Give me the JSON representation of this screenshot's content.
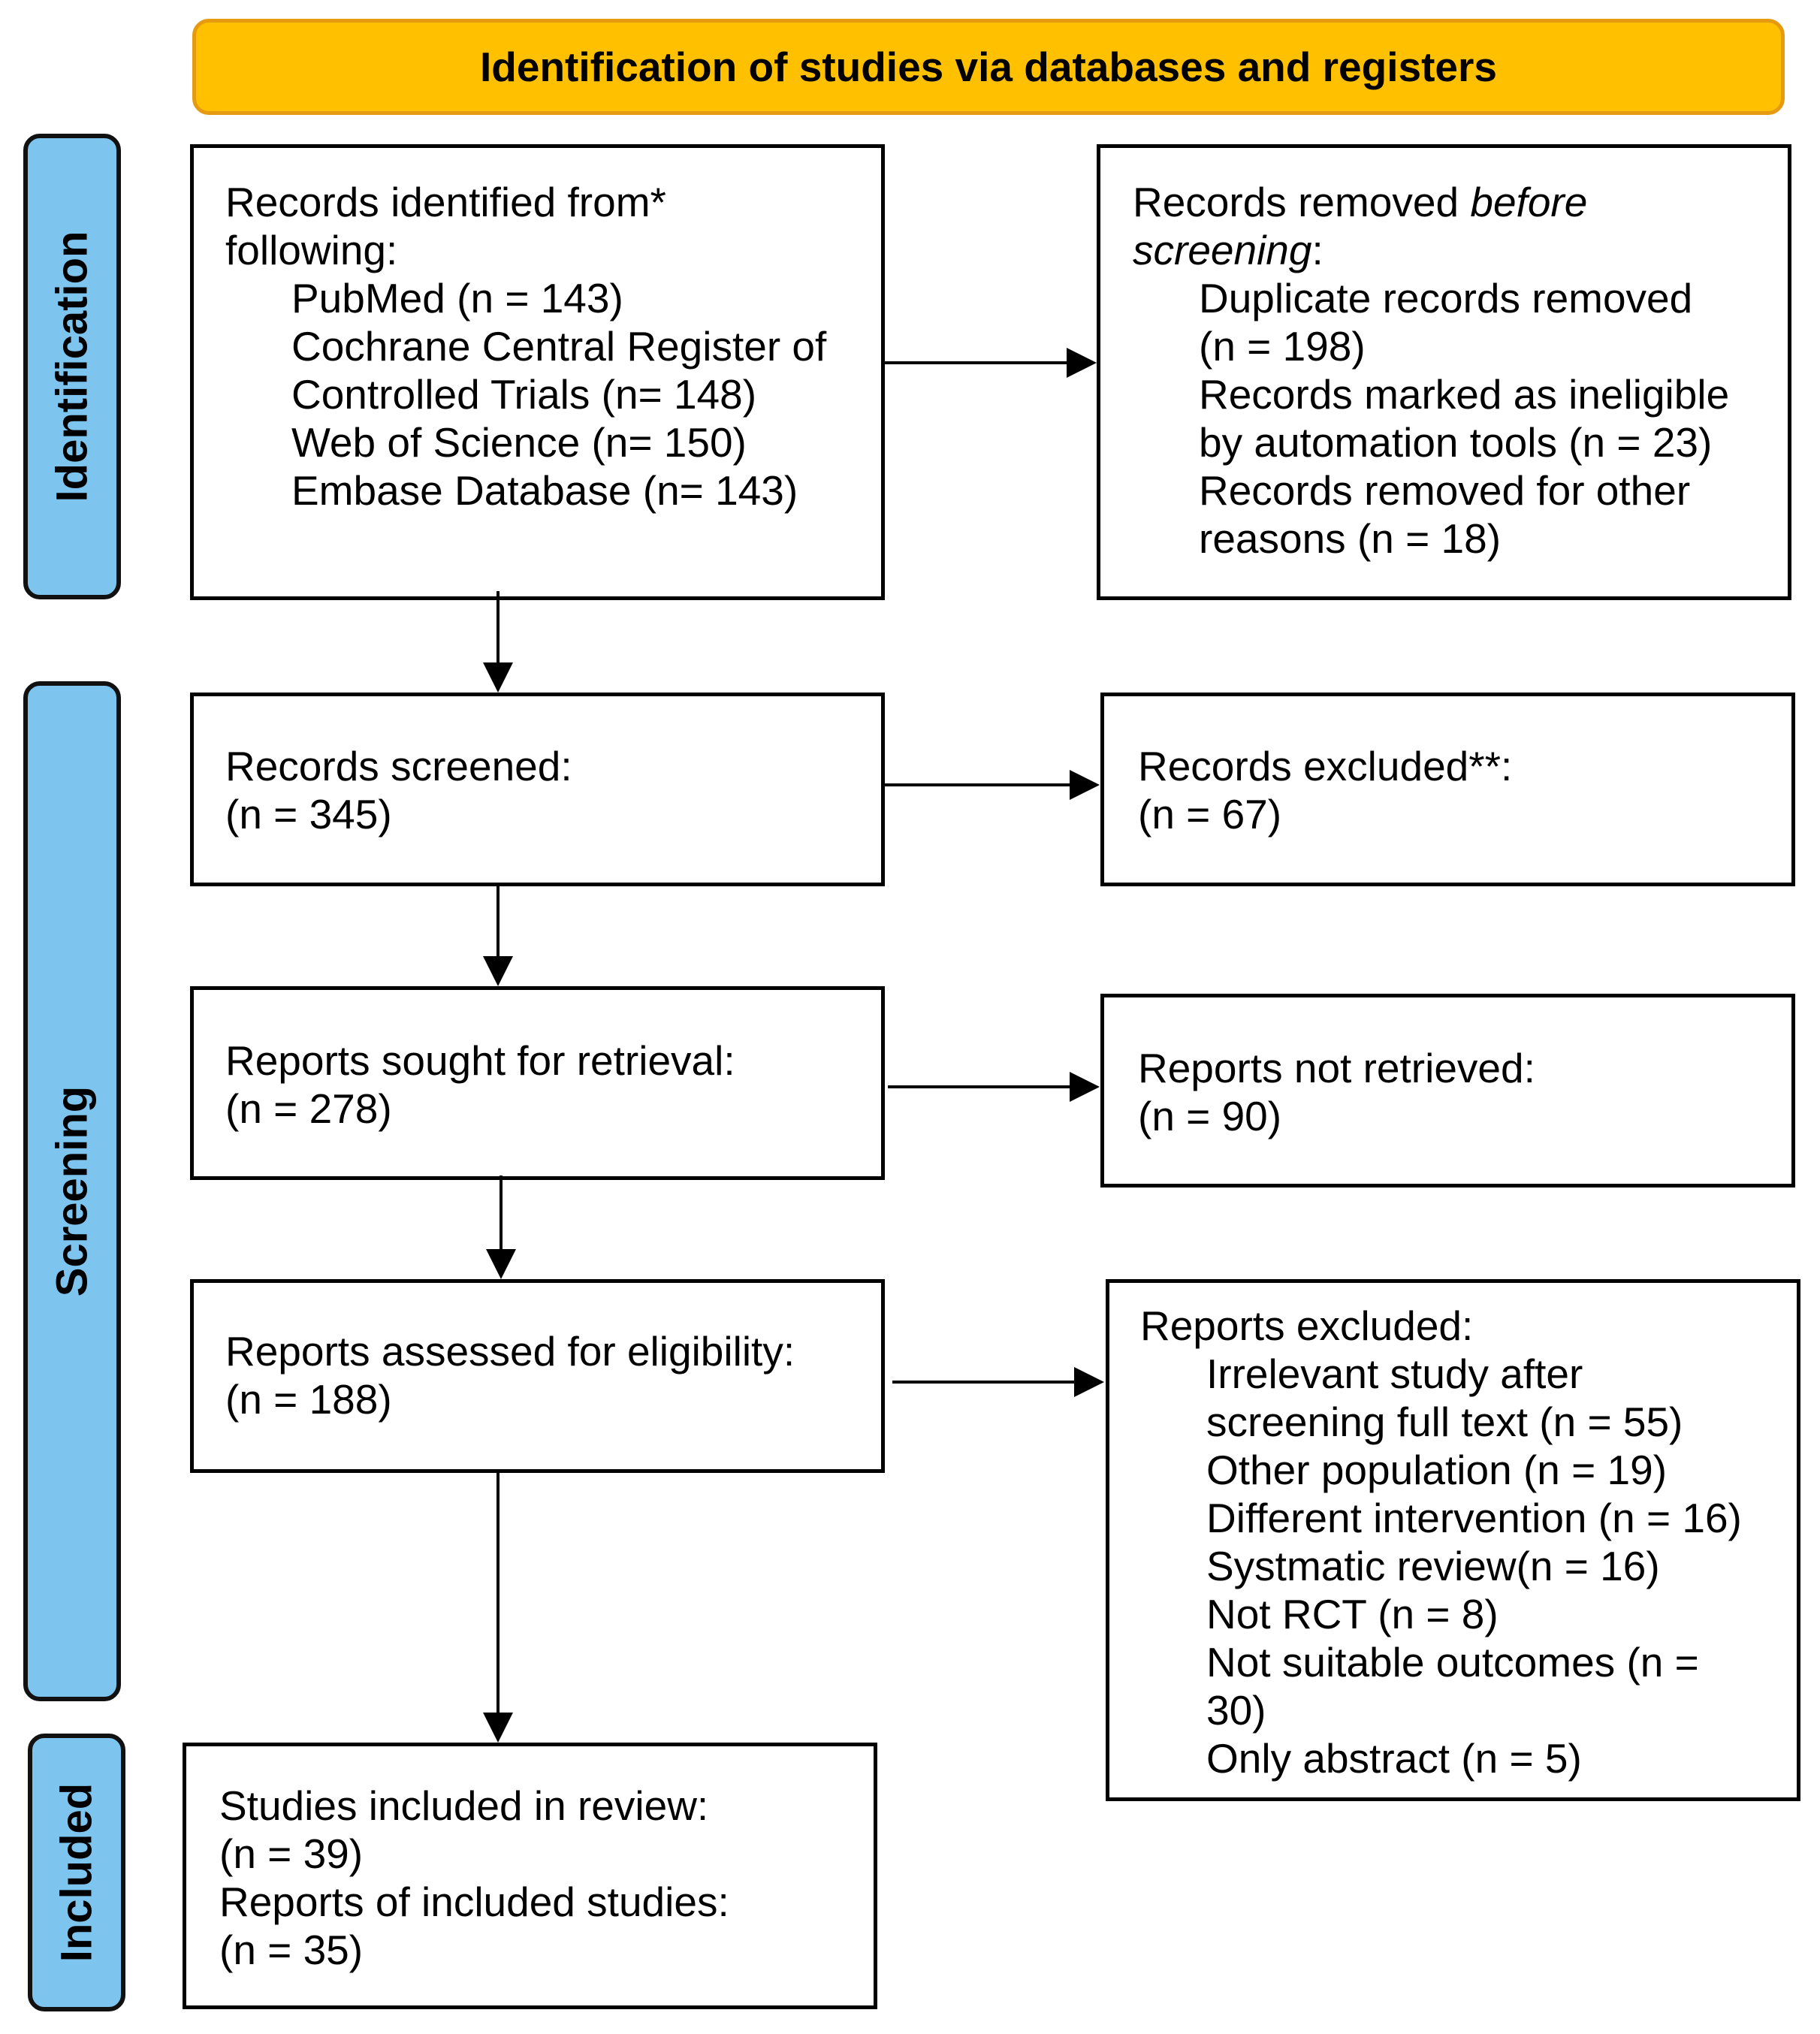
{
  "header": {
    "title": "Identification of studies via databases and registers"
  },
  "stages": {
    "identification": "Identification",
    "screening": "Screening",
    "included": "Included"
  },
  "identified": {
    "heading_line1": "Records identified from*",
    "heading_line2": "following:",
    "sources": [
      "PubMed (n = 143)",
      "Cochrane Central Register of",
      "Controlled Trials (n= 148)",
      "Web of Science (n= 150)",
      "Embase Database (n= 143)"
    ]
  },
  "removed": {
    "prefix": "Records removed ",
    "emph1": "before",
    "emph2": "screening",
    "suffix": ":",
    "items": [
      "Duplicate records removed",
      "(n = 198)",
      "Records marked as ineligible",
      "by automation tools (n = 23)",
      "Records removed for other",
      "reasons (n = 18)"
    ]
  },
  "screened": {
    "label": "Records screened:",
    "count": "(n = 345)"
  },
  "excluded": {
    "label": "Records excluded**:",
    "count": "(n = 67)"
  },
  "sought": {
    "label": "Reports sought for retrieval:",
    "count": "(n = 278)"
  },
  "not_retrieved": {
    "label": "Reports not retrieved:",
    "count": "(n = 90)"
  },
  "assessed": {
    "label": "Reports assessed for eligibility:",
    "count": "(n = 188)"
  },
  "reports_excluded": {
    "label": "Reports excluded:",
    "items": [
      "Irrelevant study after",
      "screening full text (n = 55)",
      "Other population (n = 19)",
      "Different intervention (n = 16)",
      "Systmatic review(n = 16)",
      "Not RCT (n = 8)",
      "Not suitable outcomes (n =",
      "30)",
      "Only abstract (n = 5)"
    ]
  },
  "included": {
    "studies_label": "Studies included in review:",
    "studies_count": "(n = 39)",
    "reports_label": "Reports of included studies:",
    "reports_count": "(n = 35)"
  }
}
